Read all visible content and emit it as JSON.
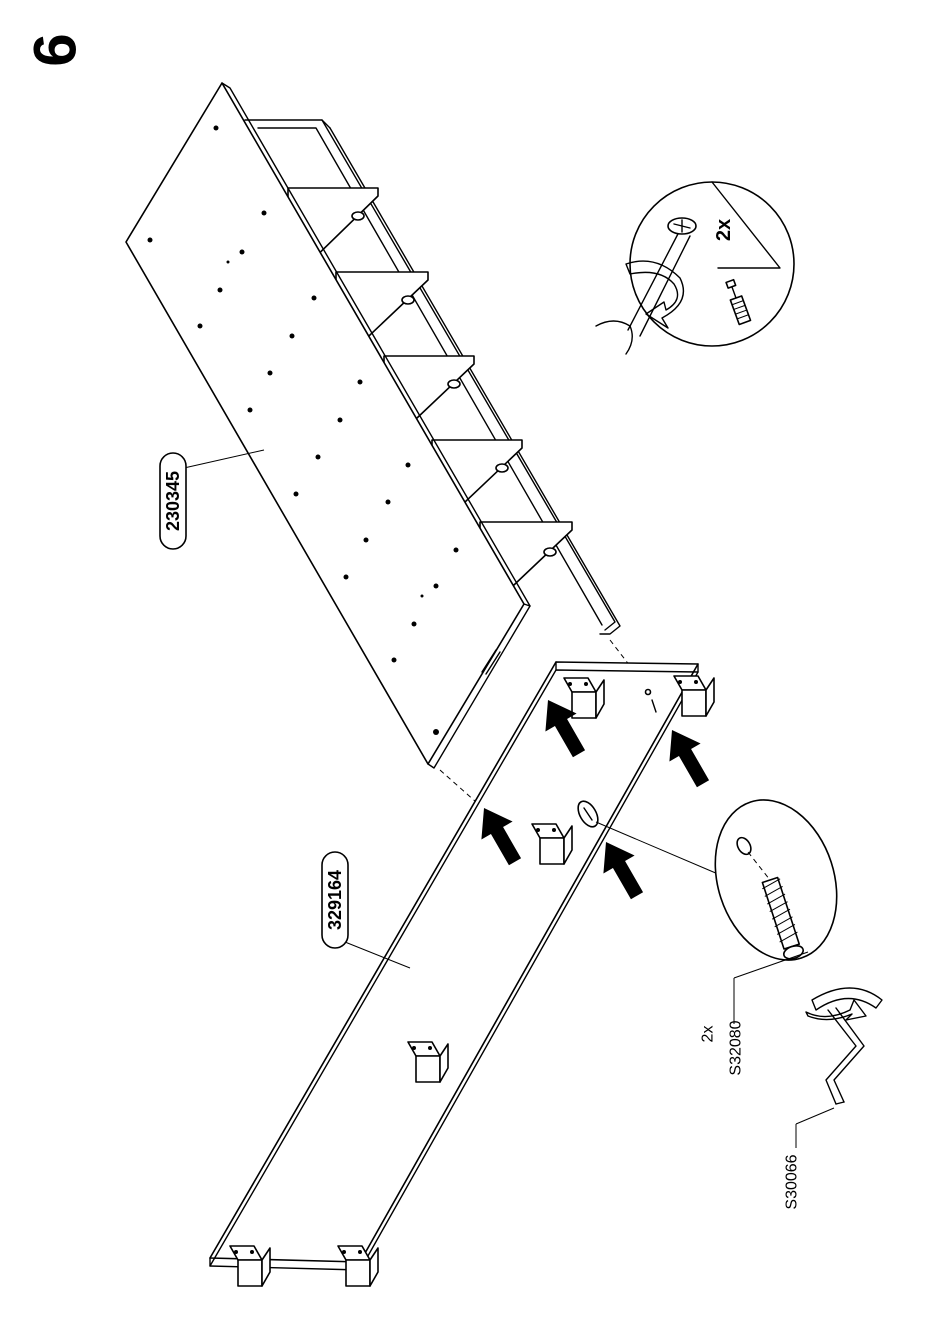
{
  "step": {
    "number": "6"
  },
  "parts": {
    "top_panel": {
      "code": "230345"
    },
    "back_panel": {
      "code": "329164"
    }
  },
  "callouts": {
    "screwdriver": {
      "quantity": "2x"
    },
    "connector": {
      "quantity": "2x",
      "code": "S32080"
    },
    "tool": {
      "code": "S30066"
    }
  }
}
